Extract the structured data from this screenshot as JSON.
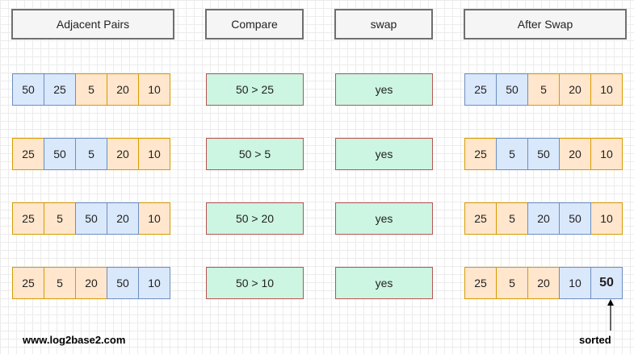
{
  "headers": {
    "pairs": "Adjacent Pairs",
    "compare": "Compare",
    "swap": "swap",
    "after": "After Swap"
  },
  "rows": [
    {
      "before": [
        {
          "v": "50",
          "c": "blue"
        },
        {
          "v": "25",
          "c": "blue"
        },
        {
          "v": "5",
          "c": "orange"
        },
        {
          "v": "20",
          "c": "orange"
        },
        {
          "v": "10",
          "c": "orange"
        }
      ],
      "compare": "50 > 25",
      "swap": "yes",
      "after": [
        {
          "v": "25",
          "c": "blue"
        },
        {
          "v": "50",
          "c": "blue"
        },
        {
          "v": "5",
          "c": "orange"
        },
        {
          "v": "20",
          "c": "orange"
        },
        {
          "v": "10",
          "c": "orange"
        }
      ]
    },
    {
      "before": [
        {
          "v": "25",
          "c": "orange"
        },
        {
          "v": "50",
          "c": "blue"
        },
        {
          "v": "5",
          "c": "blue"
        },
        {
          "v": "20",
          "c": "orange"
        },
        {
          "v": "10",
          "c": "orange"
        }
      ],
      "compare": "50 > 5",
      "swap": "yes",
      "after": [
        {
          "v": "25",
          "c": "orange"
        },
        {
          "v": "5",
          "c": "blue"
        },
        {
          "v": "50",
          "c": "blue"
        },
        {
          "v": "20",
          "c": "orange"
        },
        {
          "v": "10",
          "c": "orange"
        }
      ]
    },
    {
      "before": [
        {
          "v": "25",
          "c": "orange"
        },
        {
          "v": "5",
          "c": "orange"
        },
        {
          "v": "50",
          "c": "blue"
        },
        {
          "v": "20",
          "c": "blue"
        },
        {
          "v": "10",
          "c": "orange"
        }
      ],
      "compare": "50 > 20",
      "swap": "yes",
      "after": [
        {
          "v": "25",
          "c": "orange"
        },
        {
          "v": "5",
          "c": "orange"
        },
        {
          "v": "20",
          "c": "blue"
        },
        {
          "v": "50",
          "c": "blue"
        },
        {
          "v": "10",
          "c": "orange"
        }
      ]
    },
    {
      "before": [
        {
          "v": "25",
          "c": "orange"
        },
        {
          "v": "5",
          "c": "orange"
        },
        {
          "v": "20",
          "c": "orange"
        },
        {
          "v": "50",
          "c": "blue"
        },
        {
          "v": "10",
          "c": "blue"
        }
      ],
      "compare": "50 > 10",
      "swap": "yes",
      "after": [
        {
          "v": "25",
          "c": "orange"
        },
        {
          "v": "5",
          "c": "orange"
        },
        {
          "v": "20",
          "c": "orange"
        },
        {
          "v": "10",
          "c": "blue"
        },
        {
          "v": "50",
          "c": "blue",
          "bold": true
        }
      ]
    }
  ],
  "footer": {
    "site": "www.log2base2.com",
    "sorted_label": "sorted"
  },
  "colors": {
    "blue_fill": "#dae8fc",
    "blue_border": "#6c8ebf",
    "orange_fill": "#ffe6cc",
    "orange_border": "#d79b00",
    "green_fill": "#ccf5e2",
    "green_border": "#b85450"
  }
}
